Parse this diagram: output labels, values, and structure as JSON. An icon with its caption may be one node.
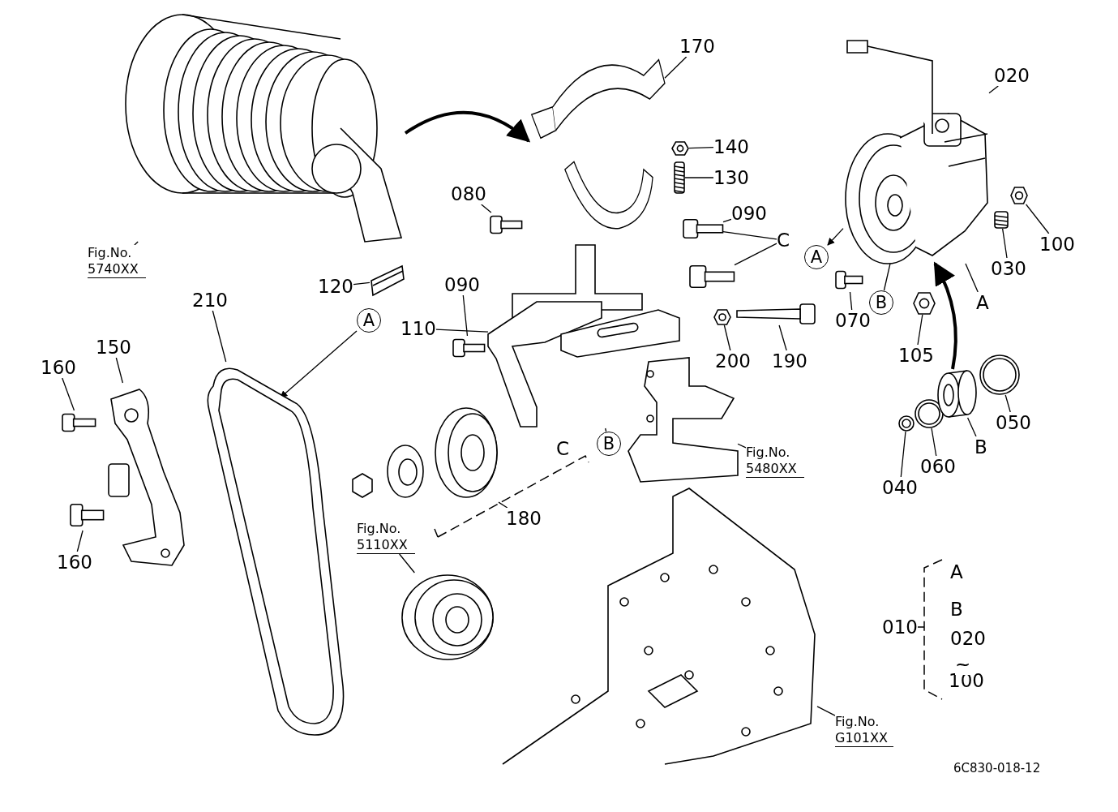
{
  "diagram": {
    "nodes": [
      {
        "text": [
          "Fig.No. 5740XX"
        ]
      },
      {
        "text": [],
        "shape": "picture"
      },
      {
        "text": [
          "170"
        ]
      },
      {
        "text": [],
        "shape": "picture"
      },
      {
        "text": [
          "140"
        ]
      },
      {
        "text": [],
        "shape": "picture"
      },
      {
        "text": [
          "130"
        ]
      },
      {
        "text": [],
        "shape": "picture"
      },
      {
        "text": [
          "080"
        ]
      },
      {
        "text": [],
        "shape": "picture"
      },
      {
        "text": [
          "090"
        ]
      },
      {
        "text": [],
        "shape": "picture"
      },
      {
        "text": [
          "C"
        ]
      },
      {
        "text": [],
        "shape": "picture"
      },
      {
        "text": [
          "120"
        ]
      },
      {
        "text": [],
        "shape": "picture"
      },
      {
        "text": [
          "110"
        ]
      },
      {
        "text": [],
        "shape": "picture"
      },
      {
        "text": [
          "090"
        ]
      },
      {
        "text": [],
        "shape": "picture"
      },
      {
        "text": [
          "200"
        ]
      },
      {
        "text": [],
        "shape": "picture"
      },
      {
        "text": [
          "190"
        ]
      },
      {
        "text": [],
        "shape": "picture"
      },
      {
        "text": [
          "210"
        ]
      },
      {
        "text": [],
        "shape": "picture"
      },
      {
        "text": [
          "150"
        ]
      },
      {
        "text": [],
        "shape": "picture"
      },
      {
        "text": [
          "160"
        ]
      },
      {
        "text": [],
        "shape": "picture"
      },
      {
        "text": [
          "160"
        ]
      },
      {
        "text": [],
        "shape": "picture"
      },
      {
        "text": [
          "180"
        ]
      },
      {
        "text": [],
        "shape": "picture"
      },
      {
        "text": [
          "Fig.No. 5480XX"
        ]
      },
      {
        "text": [],
        "shape": "picture"
      },
      {
        "text": [
          "Fig.No. 5110XX"
        ]
      },
      {
        "text": [],
        "shape": "picture"
      },
      {
        "text": [
          "Fig.No. G101XX"
        ]
      },
      {
        "text": [],
        "shape": "picture"
      },
      {
        "text": [
          "020"
        ]
      },
      {
        "text": [],
        "shape": "picture"
      },
      {
        "text": [
          "100"
        ]
      },
      {
        "text": [],
        "shape": "picture"
      },
      {
        "text": [
          "030"
        ]
      },
      {
        "text": [],
        "shape": "picture"
      },
      {
        "text": [
          "070"
        ]
      },
      {
        "text": [],
        "shape": "picture"
      },
      {
        "text": [
          "105"
        ]
      },
      {
        "text": [],
        "shape": "picture"
      },
      {
        "text": [
          "A"
        ]
      },
      {
        "text": [
          "050"
        ]
      },
      {
        "text": [],
        "shape": "picture"
      },
      {
        "text": [
          "040"
        ]
      },
      {
        "text": [],
        "shape": "picture"
      },
      {
        "text": [
          "060"
        ]
      },
      {
        "text": [],
        "shape": "picture"
      },
      {
        "text": [
          "B"
        ]
      },
      {
        "text": [],
        "shape": "picture"
      },
      {
        "text": [
          "A"
        ]
      },
      {
        "text": [
          "B"
        ]
      },
      {
        "text": [
          "A"
        ]
      },
      {
        "text": [
          "B"
        ]
      },
      {
        "text": [
          "C"
        ]
      },
      {
        "text": [
          "010"
        ]
      },
      {
        "text": [
          "A"
        ]
      },
      {
        "text": [
          "B"
        ]
      },
      {
        "text": [
          "020"
        ]
      },
      {
        "text": [
          "100"
        ]
      }
    ],
    "edges": [
      {
        "from": 0,
        "to": 1,
        "arrow": "none"
      },
      {
        "from": 2,
        "to": 3,
        "arrow": "none"
      },
      {
        "from": 4,
        "to": 5,
        "arrow": "none"
      },
      {
        "from": 6,
        "to": 7,
        "arrow": "none"
      },
      {
        "from": 8,
        "to": 9,
        "arrow": "none"
      },
      {
        "from": 10,
        "to": 11,
        "arrow": "none"
      },
      {
        "from": 11,
        "to": 12,
        "arrow": "none"
      },
      {
        "from": 13,
        "to": 12,
        "arrow": "none"
      },
      {
        "from": 14,
        "to": 15,
        "arrow": "none"
      },
      {
        "from": 16,
        "to": 17,
        "arrow": "none"
      },
      {
        "from": 18,
        "to": 19,
        "arrow": "none"
      },
      {
        "from": 20,
        "to": 21,
        "arrow": "none"
      },
      {
        "from": 22,
        "to": 23,
        "arrow": "none"
      },
      {
        "from": 24,
        "to": 25,
        "arrow": "none"
      },
      {
        "from": 26,
        "to": 27,
        "arrow": "none"
      },
      {
        "from": 28,
        "to": 29,
        "arrow": "none"
      },
      {
        "from": 30,
        "to": 31,
        "arrow": "none"
      },
      {
        "from": 32,
        "to": 33,
        "arrow": "none"
      },
      {
        "from": 34,
        "to": 35,
        "arrow": "none"
      },
      {
        "from": 36,
        "to": 37,
        "arrow": "none"
      },
      {
        "from": 38,
        "to": 39,
        "arrow": "none"
      },
      {
        "from": 40,
        "to": 41,
        "arrow": "none"
      },
      {
        "from": 42,
        "to": 43,
        "arrow": "none"
      },
      {
        "from": 44,
        "to": 45,
        "arrow": "none"
      },
      {
        "from": 46,
        "to": 47,
        "arrow": "none"
      },
      {
        "from": 48,
        "to": 49,
        "arrow": "none"
      },
      {
        "from": 41,
        "to": 50,
        "arrow": "none"
      },
      {
        "from": 51,
        "to": 52,
        "arrow": "none"
      },
      {
        "from": 53,
        "to": 54,
        "arrow": "none"
      },
      {
        "from": 55,
        "to": 56,
        "arrow": "none"
      },
      {
        "from": 58,
        "to": 57,
        "arrow": "none"
      },
      {
        "from": 1,
        "to": 3,
        "arrow": "to",
        "style": "thick"
      },
      {
        "from": 58,
        "to": 41,
        "arrow": "to",
        "style": "thick"
      },
      {
        "from": 41,
        "to": 59,
        "arrow": "to"
      },
      {
        "from": 61,
        "to": 25,
        "arrow": "to"
      },
      {
        "from": 60,
        "to": 41,
        "arrow": "none"
      },
      {
        "from": 62,
        "to": 17,
        "arrow": "none"
      }
    ],
    "labels": [
      "~",
      "6C830-018-12"
    ]
  }
}
